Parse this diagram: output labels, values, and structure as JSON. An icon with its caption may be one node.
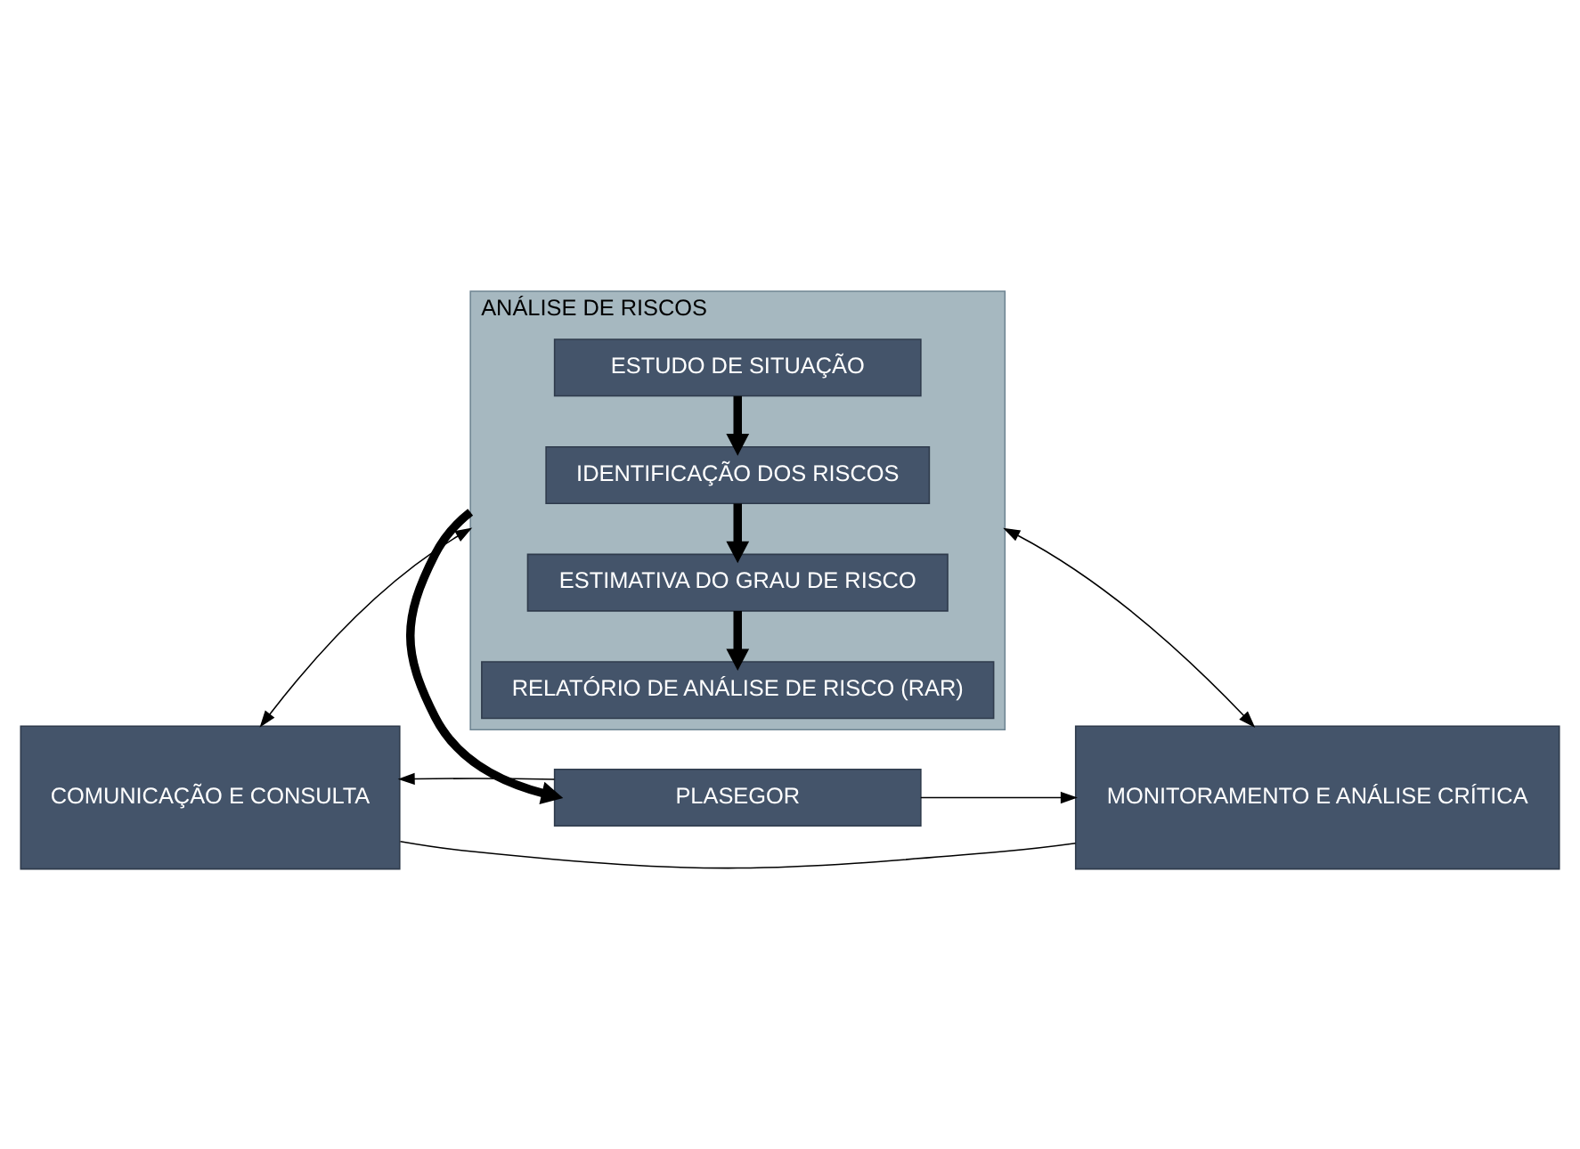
{
  "diagram": {
    "nodes": [
      {
        "text": [
          "ANÁLISE DE RISCOS"
        ]
      },
      {
        "text": [
          "ESTUDO DE SITUAÇÃO"
        ],
        "in": 0
      },
      {
        "text": [
          "IDENTIFICAÇÃO DOS RISCOS"
        ],
        "in": 0
      },
      {
        "text": [
          "ESTIMATIVA DO GRAU DE RISCO"
        ],
        "in": 0
      },
      {
        "text": [
          "RELATÓRIO DE ANÁLISE DE RISCO (RAR)"
        ],
        "in": 0
      },
      {
        "text": [
          "COMUNICAÇÃO E CONSULTA"
        ]
      },
      {
        "text": [
          "MONITORAMENTO E ANÁLISE CRÍTICA"
        ]
      },
      {
        "text": [
          "PLASEGOR"
        ]
      }
    ],
    "edges": [
      {
        "from": 1,
        "to": 2,
        "arrow": "to",
        "style": "thick"
      },
      {
        "from": 2,
        "to": 3,
        "arrow": "to",
        "style": "thick"
      },
      {
        "from": 3,
        "to": 4,
        "arrow": "to",
        "style": "thick"
      },
      {
        "from": 0,
        "to": 7,
        "arrow": "to",
        "style": "thick"
      },
      {
        "from": 5,
        "to": 0,
        "arrow": "both"
      },
      {
        "from": 0,
        "to": 6,
        "arrow": "both"
      },
      {
        "from": 7,
        "to": 5,
        "arrow": "to"
      },
      {
        "from": 7,
        "to": 6,
        "arrow": "to"
      },
      {
        "from": 5,
        "to": 6,
        "arrow": "none"
      }
    ]
  }
}
